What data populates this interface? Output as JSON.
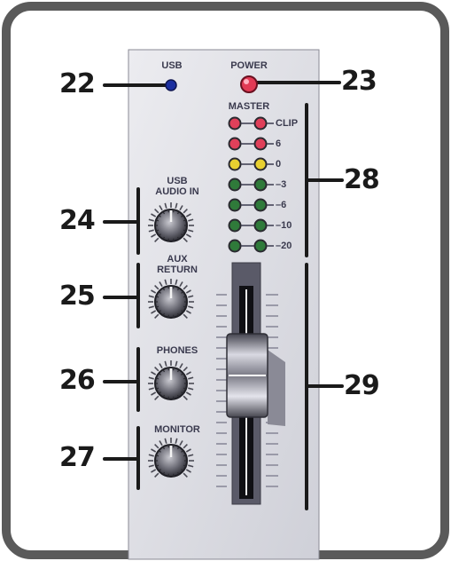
{
  "callouts": {
    "c22": "22",
    "c23": "23",
    "c24": "24",
    "c25": "25",
    "c26": "26",
    "c27": "27",
    "c28": "28",
    "c29": "29"
  },
  "panel": {
    "usb_label": "USB",
    "power_label": "POWER",
    "master_label": "MASTER",
    "usb_audio_in_line1": "USB",
    "usb_audio_in_line2": "AUDIO IN",
    "aux_return_line1": "AUX",
    "aux_return_line2": "RETURN",
    "phones_label": "PHONES",
    "monitor_label": "MONITOR"
  },
  "meter": {
    "levels": [
      {
        "label": "CLIP",
        "color": "red"
      },
      {
        "label": "6",
        "color": "red"
      },
      {
        "label": "0",
        "color": "yellow"
      },
      {
        "label": "–3",
        "color": "green"
      },
      {
        "label": "–6",
        "color": "green"
      },
      {
        "label": "–10",
        "color": "green"
      },
      {
        "label": "–20",
        "color": "green"
      }
    ]
  },
  "colors": {
    "frame": "#5a5a5a",
    "panel": "#dedee4",
    "red_led": "#e0405a",
    "yellow_led": "#e8d030",
    "green_led": "#2f7a3a",
    "usb_led": "#1b2fa0",
    "power_led": "#e23a55"
  }
}
